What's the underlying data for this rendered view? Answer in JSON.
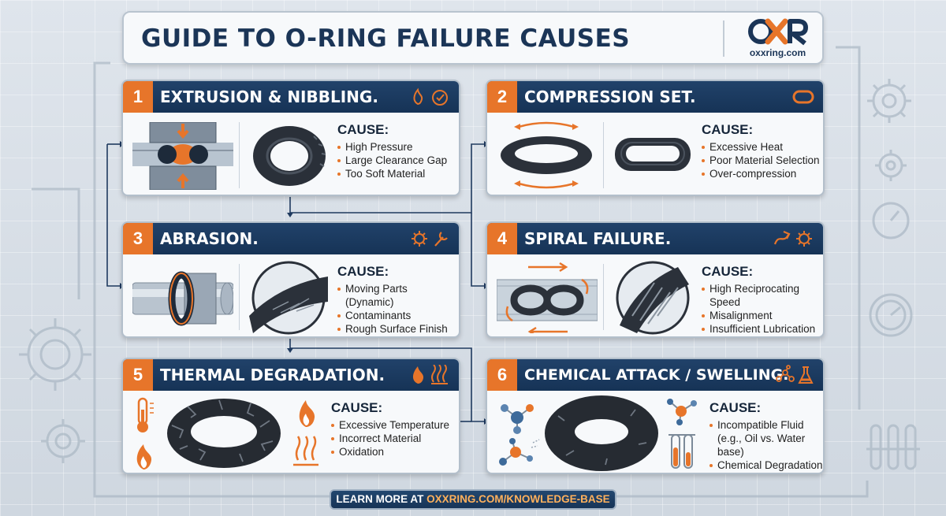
{
  "title": "GUIDE TO O-RING FAILURE CAUSES",
  "logo": {
    "mark": "OXR",
    "url": "oxxring.com"
  },
  "cause_label": "CAUSE:",
  "cards": [
    {
      "number": "1",
      "title": "EXTRUSION & NIBBLING.",
      "causes": [
        "High Pressure",
        "Large Clearance Gap",
        "Too Soft Material"
      ]
    },
    {
      "number": "2",
      "title": "COMPRESSION SET.",
      "causes": [
        "Excessive Heat",
        "Poor Material Selection",
        "Over-compression"
      ]
    },
    {
      "number": "3",
      "title": "ABRASION.",
      "causes": [
        "Moving Parts (Dynamic)",
        "Contaminants",
        "Rough Surface Finish"
      ]
    },
    {
      "number": "4",
      "title": "SPIRAL FAILURE.",
      "causes": [
        "High Reciprocating Speed",
        "Misalignment",
        "Insufficient Lubrication"
      ]
    },
    {
      "number": "5",
      "title": "THERMAL DEGRADATION.",
      "causes": [
        "Excessive Temperature",
        "Incorrect Material",
        "Oxidation"
      ]
    },
    {
      "number": "6",
      "title": "CHEMICAL ATTACK / SWELLING.",
      "causes": [
        "Incompatible Fluid (e.g., Oil vs. Water base)",
        "Chemical Degradation"
      ]
    }
  ],
  "footer": {
    "prefix": "LEARN MORE AT ",
    "link": "OXXRING.COM/KNOWLEDGE-BASE"
  },
  "colors": {
    "navy": "#163356",
    "orange": "#e7752a",
    "panel": "#f7f9fb"
  },
  "icons": [
    "flame-icon",
    "gauge-icon",
    "oval-ring-icon",
    "gear-icon",
    "wrench-icon",
    "spiral-icon",
    "heat-waves-icon",
    "molecule-icon",
    "flask-icon",
    "thermometer-icon",
    "test-tubes-icon"
  ]
}
